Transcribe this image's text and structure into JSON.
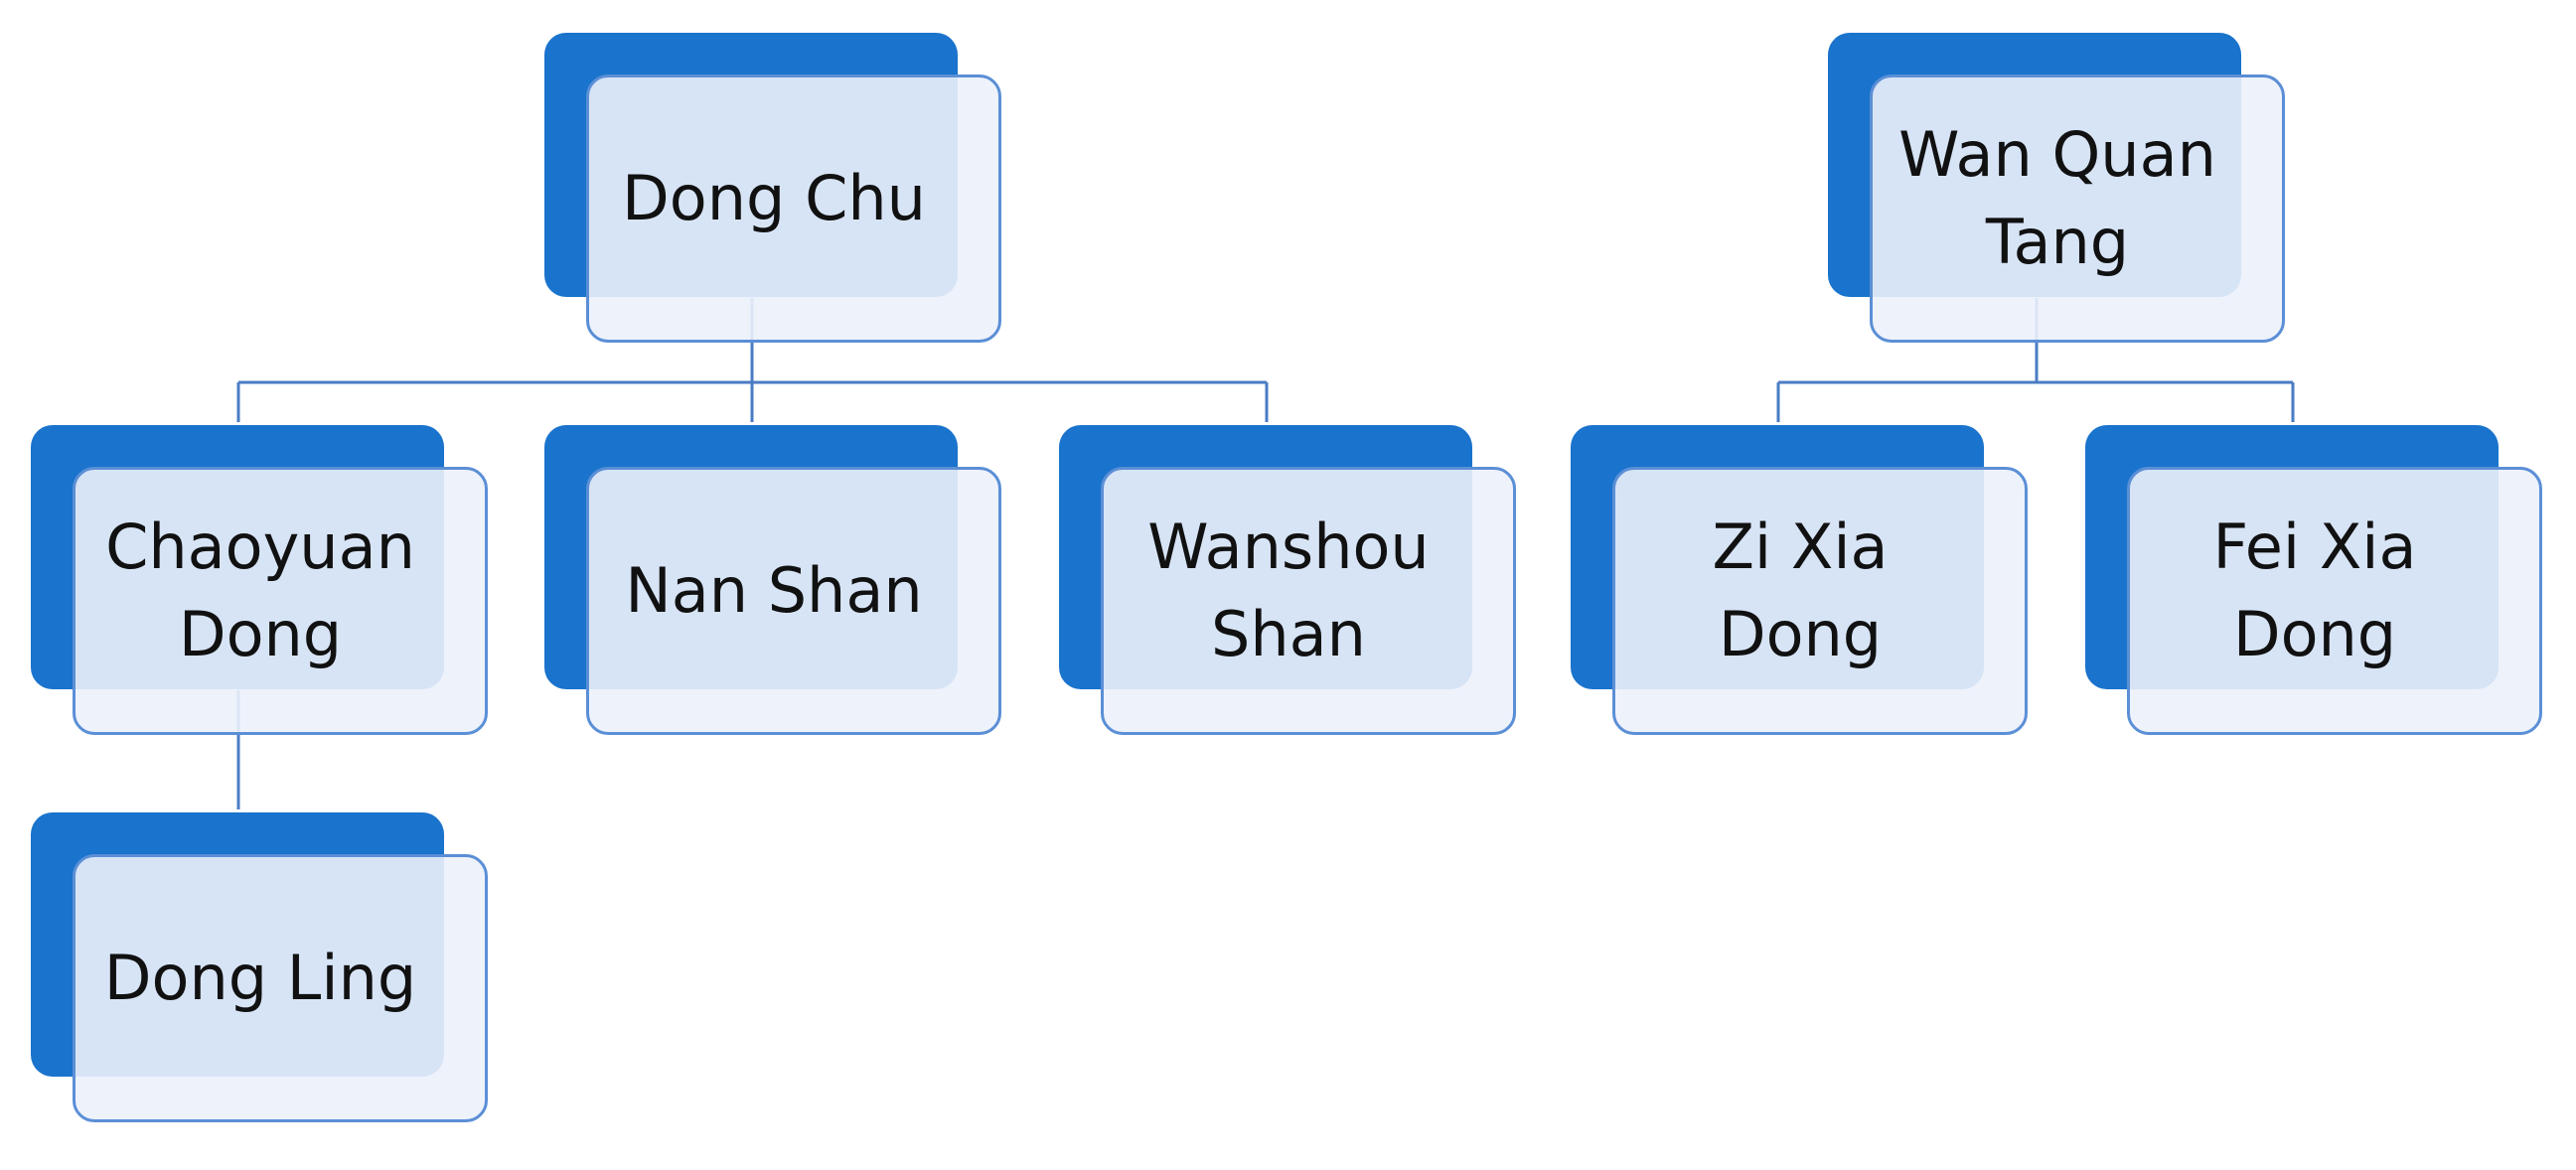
{
  "nodes": {
    "dong_chu": "Dong Chu",
    "chaoyuan_dong": "Chaoyuan\nDong",
    "nan_shan": "Nan Shan",
    "wanshou_shan": "Wanshou\nShan",
    "dong_ling": "Dong Ling",
    "wan_quan_tang": "Wan Quan\nTang",
    "zi_xia_dong": "Zi Xia\nDong",
    "fei_xia_dong": "Fei Xia\nDong"
  },
  "colors": {
    "back_fill": "#1a73cc",
    "front_fill": "#ecf1fb",
    "border": "#5b8fd6",
    "connector": "#4a7cc4"
  }
}
